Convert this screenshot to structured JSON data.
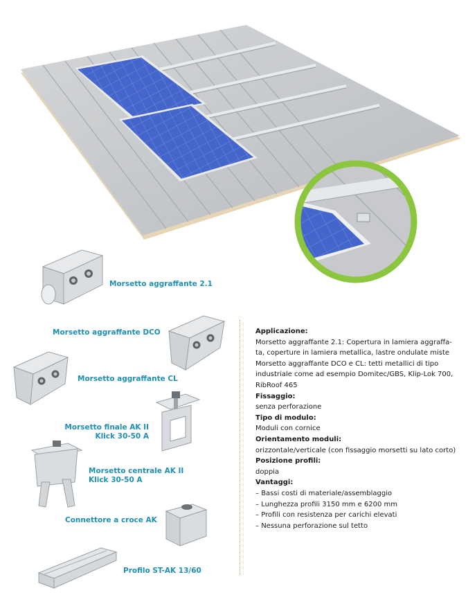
{
  "labels": {
    "aggraffante_21": "Morsetto aggraffante 2.1",
    "aggraffante_dco": "Morsetto aggraffante DCO",
    "aggraffante_cl": "Morsetto aggraffante CL",
    "finale_ak_line1": "Morsetto finale AK II",
    "finale_ak_line2": "Klick 30-50 A",
    "centrale_ak_line1": "Morsetto centrale AK II",
    "centrale_ak_line2": "Klick 30-50 A",
    "connettore": "Connettore a croce AK",
    "profilo": "Profilo ST-AK 13/60"
  },
  "info": {
    "applicazione_heading": "Applicazione:",
    "applicazione_lines": [
      "Morsetto aggraffante 2.1: Copertura in lamiera aggraffa-",
      "ta, coperture in lamiera metallica, lastre ondulate miste",
      "Morsetto aggraffante DCO e CL: tetti metallici di tipo",
      "industriale come ad esempio Domitec/GBS, Klip-Lok 700,",
      "RibRoof 465"
    ],
    "fissaggio_heading": "Fissaggio:",
    "fissaggio_value": "senza perforazione",
    "tipo_heading": "Tipo di modulo:",
    "tipo_value": "Moduli con cornice",
    "orientamento_heading": "Orientamento moduli:",
    "orientamento_value": "orizzontale/verticale (con fissaggio morsetti su lato corto)",
    "posizione_heading": "Posizione profili:",
    "posizione_value": "doppia",
    "vantaggi_heading": "Vantaggi:",
    "vantaggi_items": [
      "Bassi costi di materiale/assemblaggio",
      "Lunghezza profili 3150 mm e 6200 mm",
      "Profili con resistenza per carichi elevati",
      "Nessuna perforazione sul tetto"
    ]
  },
  "colors": {
    "accent_label": "#1f8fb3",
    "green_ring": "#8cc63f",
    "roof": "#c9cbcd",
    "panel": "#3f5fc4"
  }
}
